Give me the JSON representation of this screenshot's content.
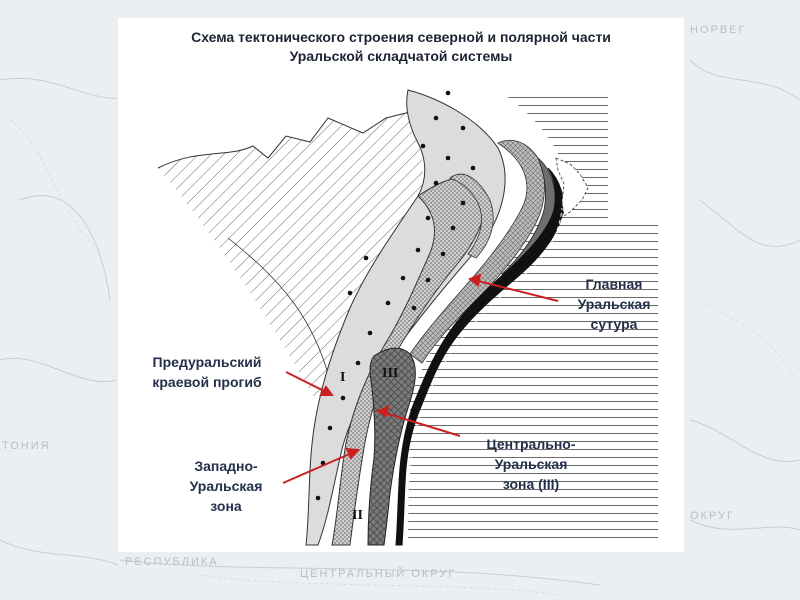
{
  "title": {
    "line1": "Схема тектонического строения северной и полярной части",
    "line2": "Уральской складчатой системы"
  },
  "labels": {
    "glavnaya": [
      "Главная",
      "Уральская",
      "сутура"
    ],
    "preduralsky": [
      "Предуральский",
      "краевой прогиб"
    ],
    "zapadno": [
      "Западно-",
      "Уральская",
      "зона"
    ],
    "centralno": [
      "Центрально-",
      "Уральская",
      "зона (III)"
    ]
  },
  "zones": {
    "one": "I",
    "two": "II",
    "three": "III"
  },
  "background_map": {
    "labels": [
      "ТОНИЯ",
      "ОКРУГ",
      "РЕСПУБЛИКА",
      "ЦЕНТРАЛЬНЫЙ ОКРУГ",
      "НОРВЕГ"
    ]
  },
  "colors": {
    "arrow": "#cc1f1f",
    "zone_light": "#d8d8d8",
    "zone_medium": "#b0b0b0",
    "zone_dark": "#7a7a7a",
    "suture": "#111111",
    "label_text": "#24304a"
  }
}
